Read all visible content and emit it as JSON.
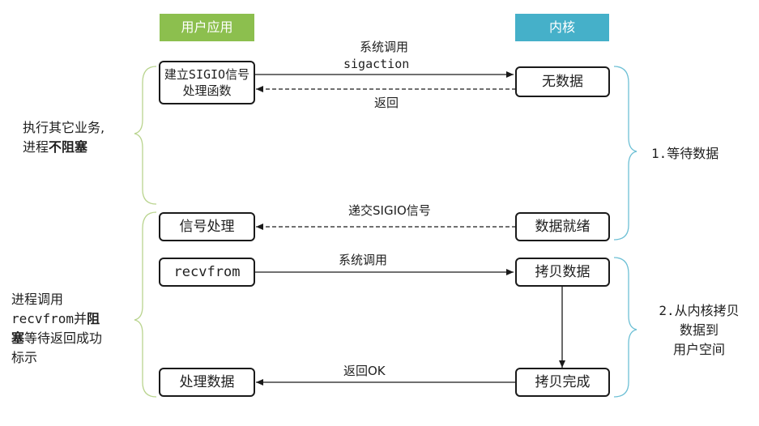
{
  "headers": {
    "user": "用户应用",
    "kernel": "内核"
  },
  "colors": {
    "user_header": "#8cbf4e",
    "kernel_header": "#45b0c9",
    "brace_green": "#b9d48e",
    "brace_blue": "#6ec0d5"
  },
  "nodes": {
    "setup": "建立SIGIO信号处理函数",
    "signal_handler": "信号处理",
    "recvfrom": "recvfrom",
    "process_data": "处理数据",
    "no_data": "无数据",
    "data_ready": "数据就绪",
    "copy_data": "拷贝数据",
    "copy_done": "拷贝完成"
  },
  "arrows": {
    "syscall_1": "系统调用",
    "syscall_1_b": "sigaction",
    "return_1": "返回",
    "deliver_signal": "递交SIGIO信号",
    "syscall_2": "系统调用",
    "return_ok": "返回OK"
  },
  "left_notes": {
    "n1_line1": "执行其它业务,",
    "n1_line2a": "进程",
    "n1_line2b": "不阻塞",
    "n2_line1": "进程调用",
    "n2_line2a": "recvfrom",
    "n2_line2b": "并",
    "n2_line2c": "阻",
    "n2_line3a": "塞",
    "n2_line3b": "等待返回成功",
    "n2_line4": "标示"
  },
  "right_notes": {
    "stage1": "1.等待数据",
    "stage2_line1": "2.从内核拷贝",
    "stage2_line2": "数据到",
    "stage2_line3": "用户空间"
  }
}
